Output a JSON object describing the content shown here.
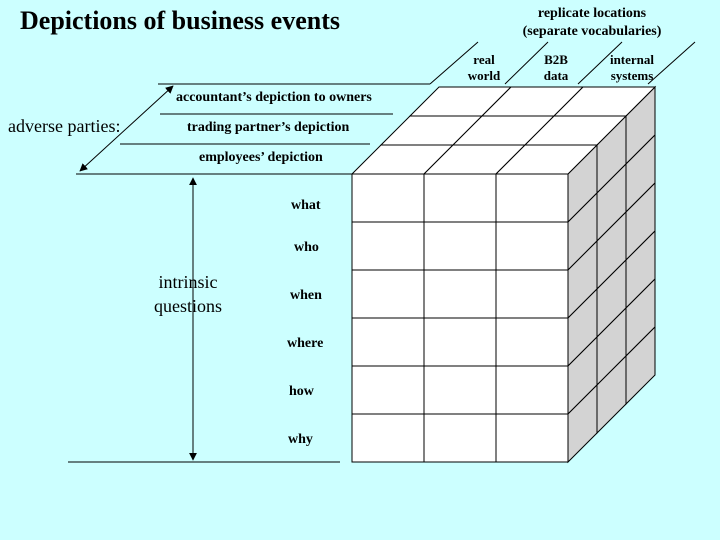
{
  "title": "Depictions of business events",
  "replicate_locations": {
    "line1": "replicate locations",
    "line2": "(separate vocabularies)"
  },
  "columns": [
    {
      "line1": "real",
      "line2": "world"
    },
    {
      "line1": "B2B",
      "line2": "data"
    },
    {
      "line1": "internal",
      "line2": "systems"
    }
  ],
  "adverse_parties_label": "adverse parties:",
  "layers": [
    "accountant’s depiction to owners",
    "trading partner’s depiction",
    "employees’ depiction"
  ],
  "intrinsic": {
    "line1": "intrinsic",
    "line2": "questions"
  },
  "questions": [
    "what",
    "who",
    "when",
    "where",
    "how",
    "why"
  ],
  "colors": {
    "background": "#ccffff",
    "cube_face": "#ffffff",
    "cube_side": "#d3d3d3",
    "line": "#000000"
  }
}
